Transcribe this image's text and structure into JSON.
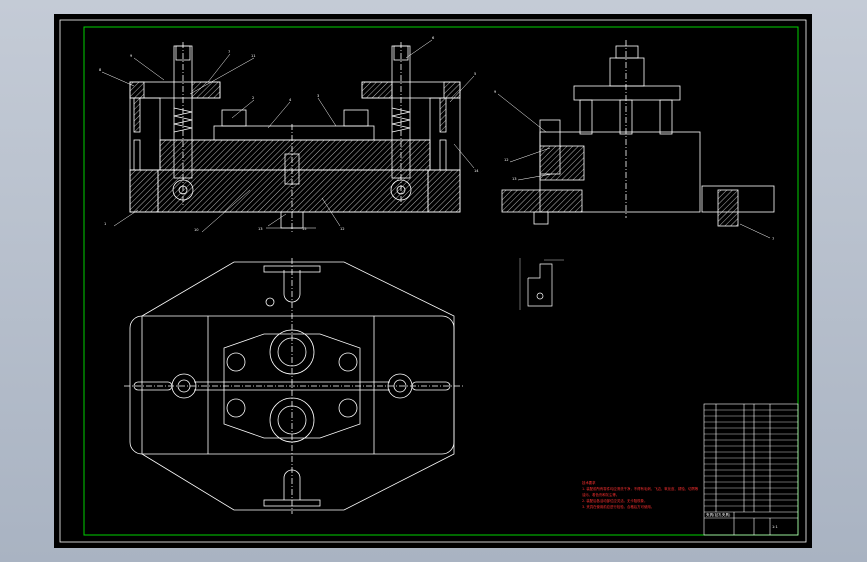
{
  "colors": {
    "background": "#b7bfcc",
    "sheet": "#000000",
    "line": "#ffffff",
    "border": "#00d000",
    "notes": "#ff3030",
    "hatch": "#ffffff"
  },
  "front_view_labels": [
    "8",
    "9",
    "7",
    "11",
    "6",
    "5",
    "4",
    "3",
    "2",
    "1",
    "10",
    "13",
    "12",
    "14",
    "15"
  ],
  "side_view_labels": [
    "9",
    "12",
    "13",
    "7"
  ],
  "notes": {
    "heading": "技术要求",
    "lines": [
      "1. 装配前所有零件均应清洗干净，不得有毛刺、飞边、氧化皮、锈蚀、切屑等",
      "   油污、着色剂和灰尘等。",
      "2. 装配后各活动部位应灵活，无卡阻现象。",
      "3. 夹具在使用前应进行检验，合格后方可使用。"
    ]
  },
  "title_block": {
    "project": "夹具(钻孔夹具)",
    "scale": "1:1"
  }
}
